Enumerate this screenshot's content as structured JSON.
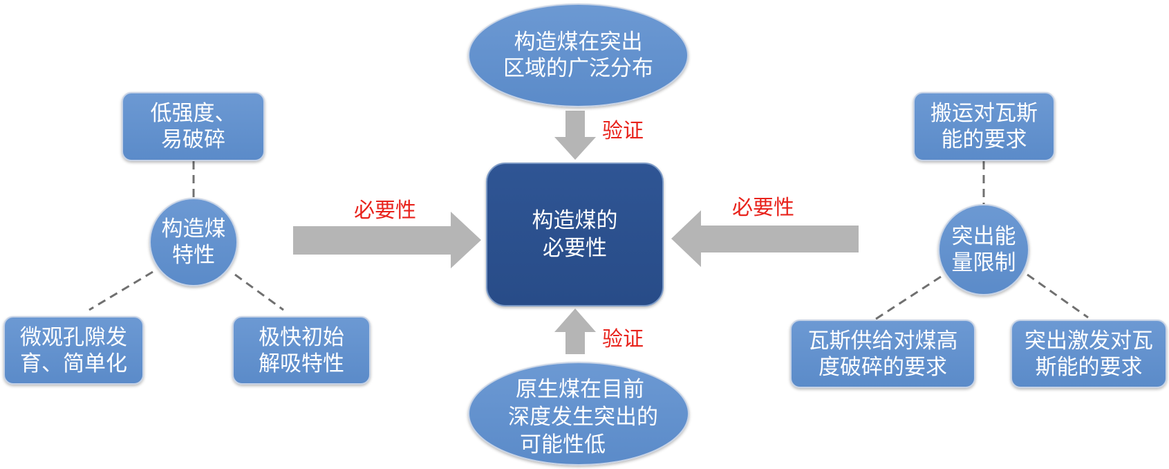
{
  "center": {
    "lines": [
      "构造煤的",
      "必要性"
    ]
  },
  "top": {
    "lines": [
      "构造煤在突出",
      "区域的广泛分布"
    ],
    "arrow_label": "验证"
  },
  "bottom": {
    "lines": [
      "原生煤在目前",
      "深度发生突出的",
      "可能性低"
    ],
    "arrow_label": "验证"
  },
  "left": {
    "arrow_label": "必要性",
    "hub": [
      "构造煤",
      "特性"
    ],
    "top_box": [
      "低强度、",
      "易破碎"
    ],
    "bottom_left_box": [
      "微观孔隙发",
      "育、简单化"
    ],
    "bottom_right_box": [
      "极快初始",
      "解吸特性"
    ]
  },
  "right": {
    "arrow_label": "必要性",
    "hub": [
      "突出能",
      "量限制"
    ],
    "top_box": [
      "搬运对瓦斯",
      "能的要求"
    ],
    "bottom_left_box": [
      "瓦斯供给对煤高",
      "度破碎的要求"
    ],
    "bottom_right_box": [
      "突出激发对瓦",
      "斯能的要求"
    ]
  },
  "colors": {
    "node_fill": "#5b8bc9",
    "center_fill": "#284c88",
    "arrow": "#b5b5b5",
    "label": "#e8231c",
    "dash": "#707070"
  }
}
